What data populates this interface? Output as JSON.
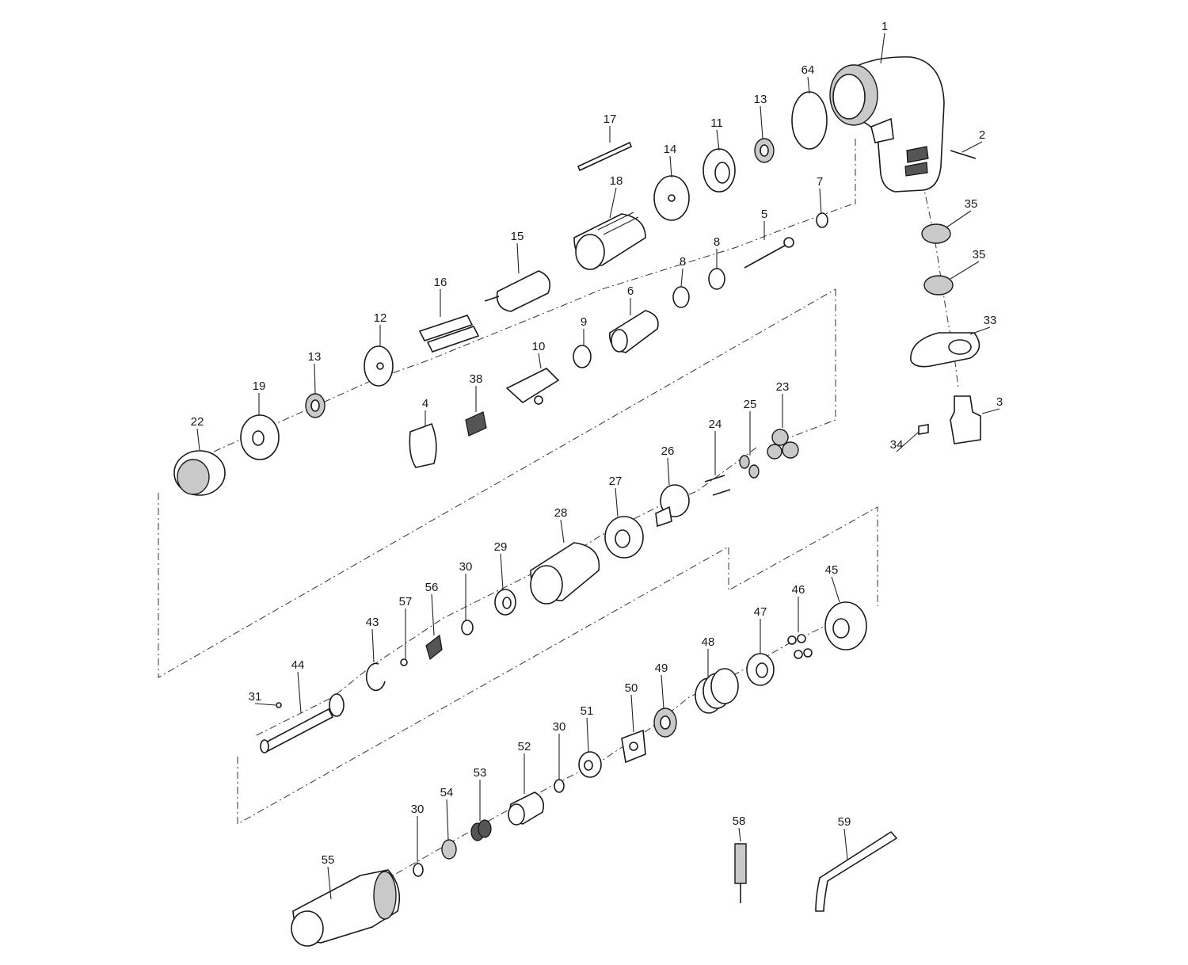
{
  "diagram": {
    "parts": [
      {
        "id": "p1",
        "label": "1"
      },
      {
        "id": "p64",
        "label": "64"
      },
      {
        "id": "p13a",
        "label": "13"
      },
      {
        "id": "p11",
        "label": "11"
      },
      {
        "id": "p2",
        "label": "2"
      },
      {
        "id": "p17",
        "label": "17"
      },
      {
        "id": "p14",
        "label": "14"
      },
      {
        "id": "p18",
        "label": "18"
      },
      {
        "id": "p7",
        "label": "7"
      },
      {
        "id": "p35a",
        "label": "35"
      },
      {
        "id": "p5",
        "label": "5"
      },
      {
        "id": "p15",
        "label": "15"
      },
      {
        "id": "p8a",
        "label": "8"
      },
      {
        "id": "p8b",
        "label": "8"
      },
      {
        "id": "p35b",
        "label": "35"
      },
      {
        "id": "p16",
        "label": "16"
      },
      {
        "id": "p6",
        "label": "6"
      },
      {
        "id": "p12",
        "label": "12"
      },
      {
        "id": "p9",
        "label": "9"
      },
      {
        "id": "p33",
        "label": "33"
      },
      {
        "id": "p10",
        "label": "10"
      },
      {
        "id": "p13b",
        "label": "13"
      },
      {
        "id": "p19",
        "label": "19"
      },
      {
        "id": "p38",
        "label": "38"
      },
      {
        "id": "p23",
        "label": "23"
      },
      {
        "id": "p3",
        "label": "3"
      },
      {
        "id": "p4",
        "label": "4"
      },
      {
        "id": "p25",
        "label": "25"
      },
      {
        "id": "p22",
        "label": "22"
      },
      {
        "id": "p24",
        "label": "24"
      },
      {
        "id": "p34",
        "label": "34"
      },
      {
        "id": "p26",
        "label": "26"
      },
      {
        "id": "p27",
        "label": "27"
      },
      {
        "id": "p28",
        "label": "28"
      },
      {
        "id": "p29",
        "label": "29"
      },
      {
        "id": "p30a",
        "label": "30"
      },
      {
        "id": "p45",
        "label": "45"
      },
      {
        "id": "p56",
        "label": "56"
      },
      {
        "id": "p46",
        "label": "46"
      },
      {
        "id": "p57",
        "label": "57"
      },
      {
        "id": "p47",
        "label": "47"
      },
      {
        "id": "p43",
        "label": "43"
      },
      {
        "id": "p48",
        "label": "48"
      },
      {
        "id": "p44",
        "label": "44"
      },
      {
        "id": "p49",
        "label": "49"
      },
      {
        "id": "p31",
        "label": "31"
      },
      {
        "id": "p50",
        "label": "50"
      },
      {
        "id": "p51",
        "label": "51"
      },
      {
        "id": "p30b",
        "label": "30"
      },
      {
        "id": "p52",
        "label": "52"
      },
      {
        "id": "p53",
        "label": "53"
      },
      {
        "id": "p58",
        "label": "58"
      },
      {
        "id": "p59",
        "label": "59"
      },
      {
        "id": "p54",
        "label": "54"
      },
      {
        "id": "p30c",
        "label": "30"
      },
      {
        "id": "p55",
        "label": "55"
      }
    ]
  }
}
